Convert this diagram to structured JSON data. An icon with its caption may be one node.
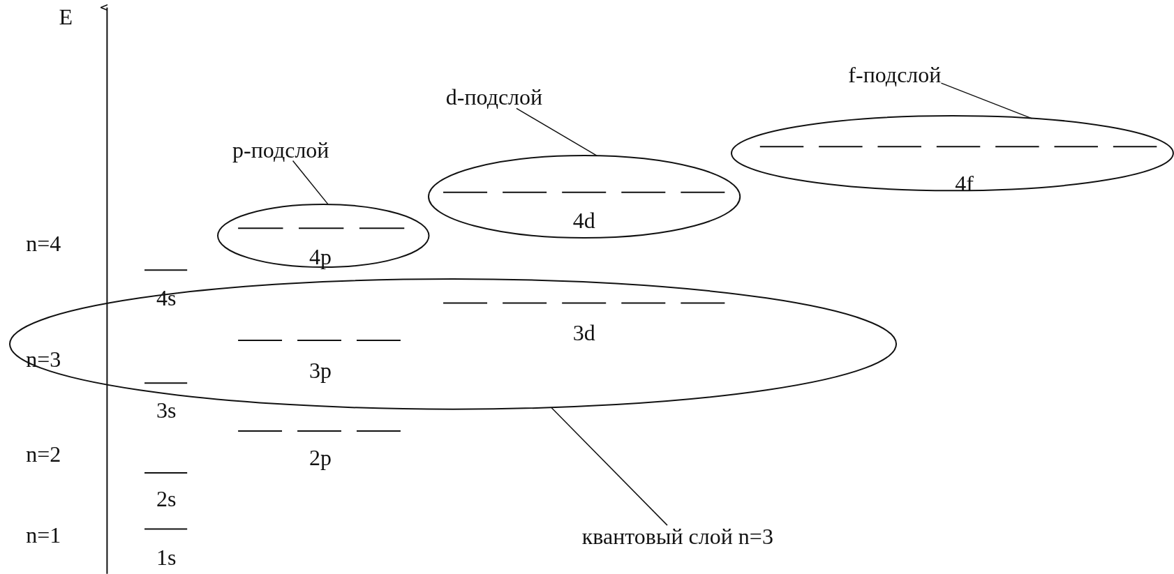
{
  "diagram": {
    "nodes": [
      {
        "text": [
          "f-подслой"
        ]
      },
      {
        "text": [
          "d-подслой"
        ]
      },
      {
        "text": [
          "4f"
        ]
      },
      {
        "text": [
          "p-подслой"
        ]
      },
      {
        "text": [
          "4d"
        ]
      },
      {
        "text": [
          "4p"
        ]
      },
      {
        "text": [
          "3p",
          "3d"
        ]
      },
      {
        "text": [
          "квантовый слой n=3"
        ]
      }
    ],
    "edges": [
      {
        "from": 0,
        "to": 2,
        "arrow": "none"
      },
      {
        "from": 1,
        "to": 4,
        "arrow": "none"
      },
      {
        "from": 3,
        "to": 5,
        "arrow": "none"
      },
      {
        "from": 7,
        "to": 6,
        "arrow": "none"
      }
    ],
    "labels": [
      "E",
      "n=4",
      "4s",
      "n=3",
      "3s",
      "n=2",
      "2p",
      "2s",
      "n=1",
      "1s"
    ]
  }
}
